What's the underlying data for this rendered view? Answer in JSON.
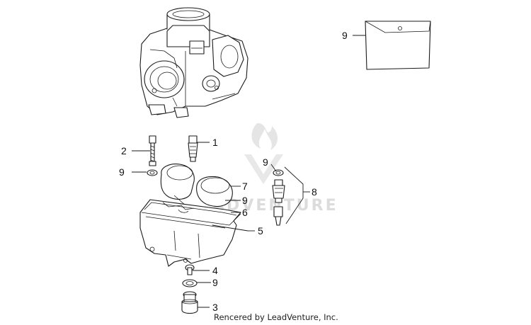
{
  "callouts": {
    "c1": "1",
    "c2": "2",
    "c3": "3",
    "c4": "4",
    "c5": "5",
    "c6": "6",
    "c7": "7",
    "c8": "8",
    "c9_bag": "9",
    "c9_right": "9",
    "c9_left": "9",
    "c9_float": "9",
    "c9_lower": "9"
  },
  "watermark": {
    "text": "ADVENTURE"
  },
  "credit": {
    "text": "Rencered by LeadVenture, Inc."
  },
  "colors": {
    "line": "#1a1a1a",
    "watermark": "#dcdcdc",
    "background": "#ffffff"
  }
}
